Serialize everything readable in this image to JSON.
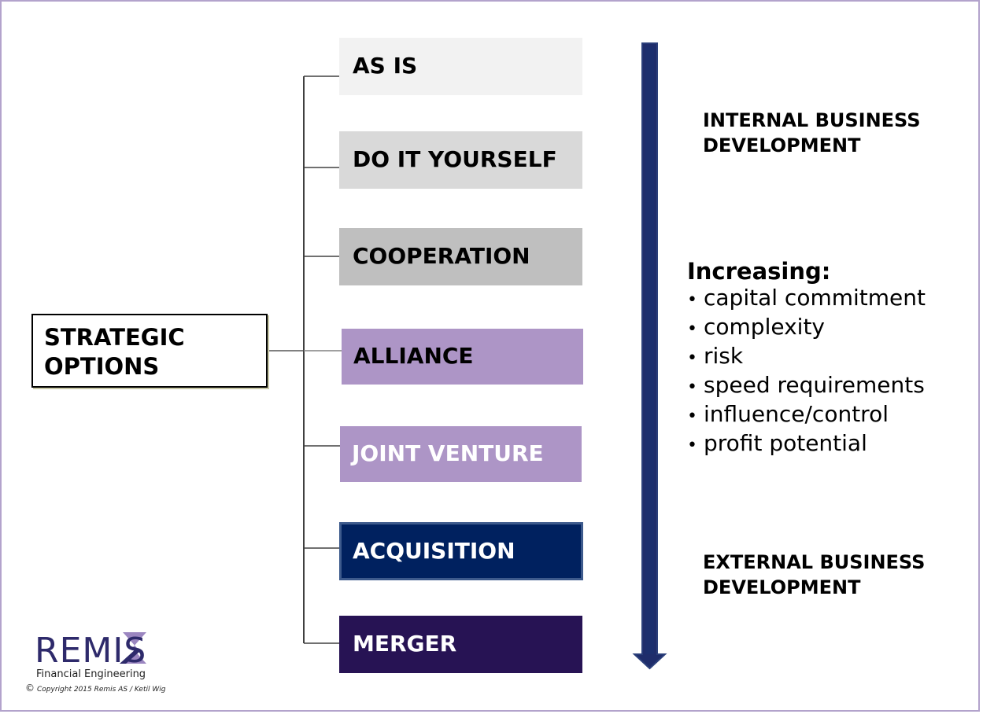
{
  "root": {
    "label_line1": "STRATEGIC",
    "label_line2": "OPTIONS"
  },
  "options": [
    {
      "label": "AS IS",
      "bg": "#f2f2f2",
      "fg": "#000000"
    },
    {
      "label": "DO IT YOURSELF",
      "bg": "#d9d9d9",
      "fg": "#000000"
    },
    {
      "label": "COOPERATION",
      "bg": "#bfbfbf",
      "fg": "#000000"
    },
    {
      "label": "ALLIANCE",
      "bg": "#ad95c6",
      "fg": "#000000"
    },
    {
      "label": "JOINT VENTURE",
      "bg": "#ad95c6",
      "fg": "#ffffff"
    },
    {
      "label": "ACQUISITION",
      "bg": "#00215f",
      "fg": "#ffffff"
    },
    {
      "label": "MERGER",
      "bg": "#271354",
      "fg": "#ffffff"
    }
  ],
  "arrow_color": "#1f2d6b",
  "right_labels": {
    "internal_line1": "INTERNAL BUSINESS",
    "internal_line2": "DEVELOPMENT",
    "external_line1": "EXTERNAL BUSINESS",
    "external_line2": "DEVELOPMENT"
  },
  "increasing": {
    "title": "Increasing:",
    "items": [
      "capital commitment",
      "complexity",
      "risk",
      "speed requirements",
      "influence/control",
      "profit potential"
    ]
  },
  "logo": {
    "word": "REMIS",
    "subtitle": "Financial Engineering",
    "copyright": "Copyright  2015 Remis AS / Ketil Wig"
  }
}
